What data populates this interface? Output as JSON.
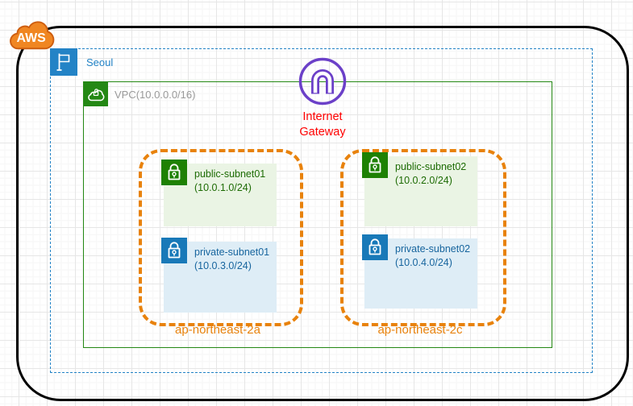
{
  "colors": {
    "aws_orange": "#F08622",
    "aws_orange_dark": "#CE5E10",
    "region_blue": "#2383C6",
    "vpc_green": "#248814",
    "vpc_label_gray": "#999999",
    "igw_purple": "#6B40C8",
    "igw_label_red": "#FF0000",
    "az_orange": "#E8820C",
    "public_green": "#1E8104",
    "public_fill": "#EAF4E4",
    "public_text": "#1D6B04",
    "private_blue": "#1879B8",
    "private_fill": "#DEEDF6",
    "private_text": "#17659E"
  },
  "cloud": {
    "label": "AWS"
  },
  "region": {
    "label": "Seoul"
  },
  "vpc": {
    "label": "VPC(10.0.0.0/16)"
  },
  "internet_gateway": {
    "line1": "Internet",
    "line2": "Gateway"
  },
  "availability_zones": [
    {
      "label": "ap-northeast-2a",
      "subnets": [
        {
          "type": "public",
          "name": "public-subnet01",
          "cidr": "(10.0.1.0/24)"
        },
        {
          "type": "private",
          "name": "private-subnet01",
          "cidr": "(10.0.3.0/24)"
        }
      ]
    },
    {
      "label": "ap-northeast-2c",
      "subnets": [
        {
          "type": "public",
          "name": "public-subnet02",
          "cidr": "(10.0.2.0/24)"
        },
        {
          "type": "private",
          "name": "private-subnet02",
          "cidr": "(10.0.4.0/24)"
        }
      ]
    }
  ]
}
